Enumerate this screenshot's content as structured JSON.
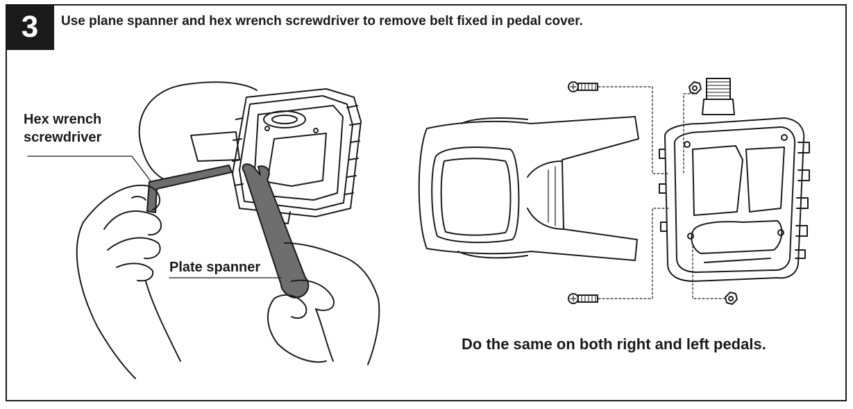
{
  "step": {
    "number": "3",
    "title": "Use plane spanner and hex wrench screwdriver to remove belt fixed in pedal cover."
  },
  "labels": {
    "hex_wrench_line1": "Hex wrench",
    "hex_wrench_line2": "screwdriver",
    "plate_spanner": "Plate spanner"
  },
  "note": "Do the same on both right and left pedals.",
  "colors": {
    "ink": "#1a1a1a",
    "tool_gray": "#6e6e6e",
    "background": "#ffffff"
  }
}
